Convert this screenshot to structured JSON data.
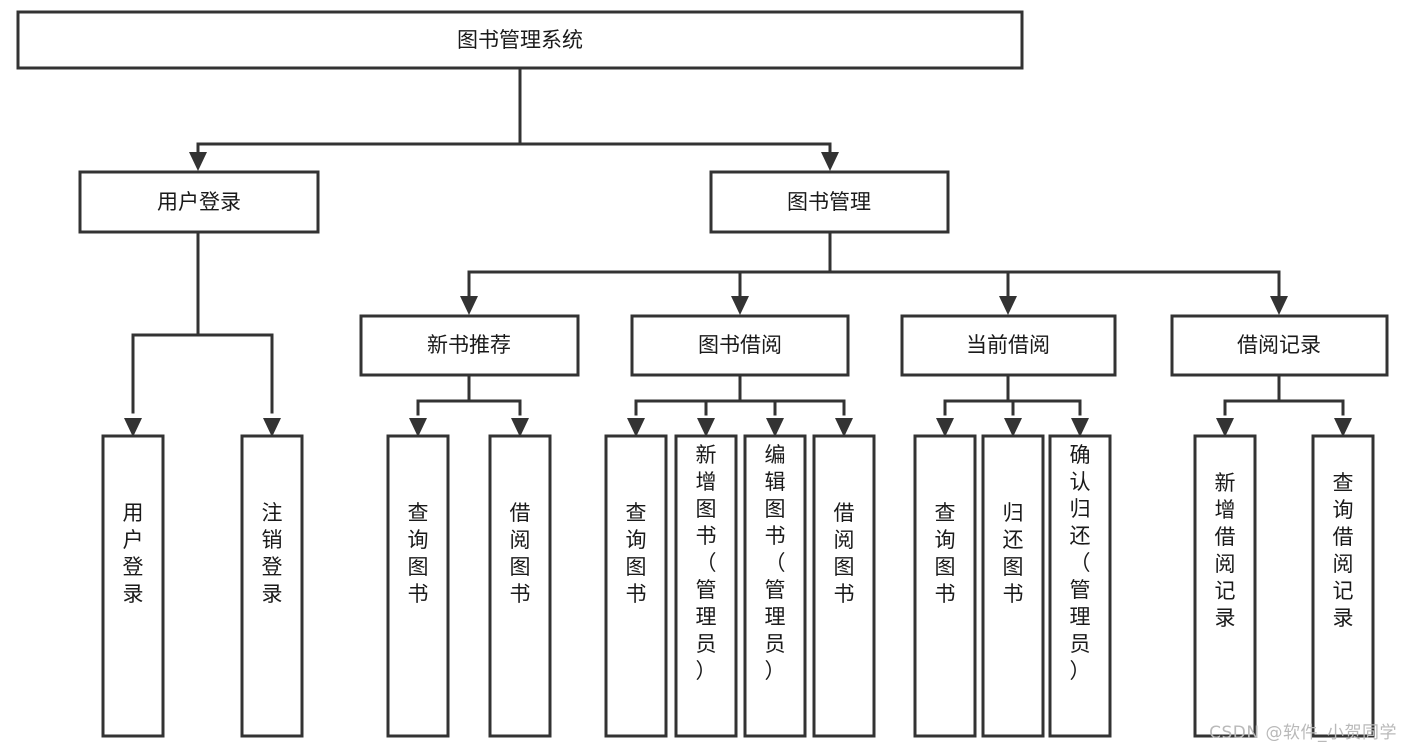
{
  "diagram": {
    "title": "图书管理系统",
    "type": "hierarchy-tree",
    "root": {
      "id": "root",
      "label": "图书管理系统",
      "orientation": "horizontal"
    },
    "level1": [
      {
        "id": "user-login",
        "label": "用户登录",
        "orientation": "horizontal"
      },
      {
        "id": "book-management",
        "label": "图书管理",
        "orientation": "horizontal"
      }
    ],
    "level2": [
      {
        "id": "new-book-recommend",
        "label": "新书推荐",
        "parent": "book-management",
        "orientation": "horizontal"
      },
      {
        "id": "book-borrow",
        "label": "图书借阅",
        "parent": "book-management",
        "orientation": "horizontal"
      },
      {
        "id": "current-borrow",
        "label": "当前借阅",
        "parent": "book-management",
        "orientation": "horizontal"
      },
      {
        "id": "borrow-record",
        "label": "借阅记录",
        "parent": "book-management",
        "orientation": "horizontal"
      }
    ],
    "leaves": [
      {
        "id": "leaf-user-login",
        "label": "用户登录",
        "parent": "user-login",
        "orientation": "vertical"
      },
      {
        "id": "leaf-logout-login",
        "label": "注销登录",
        "parent": "user-login",
        "orientation": "vertical"
      },
      {
        "id": "leaf-query-book-new",
        "label": "查询图书",
        "parent": "new-book-recommend",
        "orientation": "vertical"
      },
      {
        "id": "leaf-borrow-book-new",
        "label": "借阅图书",
        "parent": "new-book-recommend",
        "orientation": "vertical"
      },
      {
        "id": "leaf-query-book-borrow",
        "label": "查询图书",
        "parent": "book-borrow",
        "orientation": "vertical"
      },
      {
        "id": "leaf-add-book",
        "label": "新增图书（管理员）",
        "parent": "book-borrow",
        "orientation": "vertical"
      },
      {
        "id": "leaf-edit-book",
        "label": "编辑图书（管理员）",
        "parent": "book-borrow",
        "orientation": "vertical"
      },
      {
        "id": "leaf-borrow-book",
        "label": "借阅图书",
        "parent": "book-borrow",
        "orientation": "vertical"
      },
      {
        "id": "leaf-query-book-current",
        "label": "查询图书",
        "parent": "current-borrow",
        "orientation": "vertical"
      },
      {
        "id": "leaf-return-book",
        "label": "归还图书",
        "parent": "current-borrow",
        "orientation": "vertical"
      },
      {
        "id": "leaf-confirm-return",
        "label": "确认归还（管理员）",
        "parent": "current-borrow",
        "orientation": "vertical"
      },
      {
        "id": "leaf-add-borrow-record",
        "label": "新增借阅记录",
        "parent": "borrow-record",
        "orientation": "vertical"
      },
      {
        "id": "leaf-query-borrow-record",
        "label": "查询借阅记录",
        "parent": "borrow-record",
        "orientation": "vertical"
      }
    ],
    "colors": {
      "stroke": "#333333",
      "fill": "#ffffff",
      "text": "#1a1a1a",
      "background": "#ffffff",
      "watermark": "#b9b9b9"
    }
  },
  "watermark": {
    "text": "CSDN @软件_小贺同学"
  }
}
